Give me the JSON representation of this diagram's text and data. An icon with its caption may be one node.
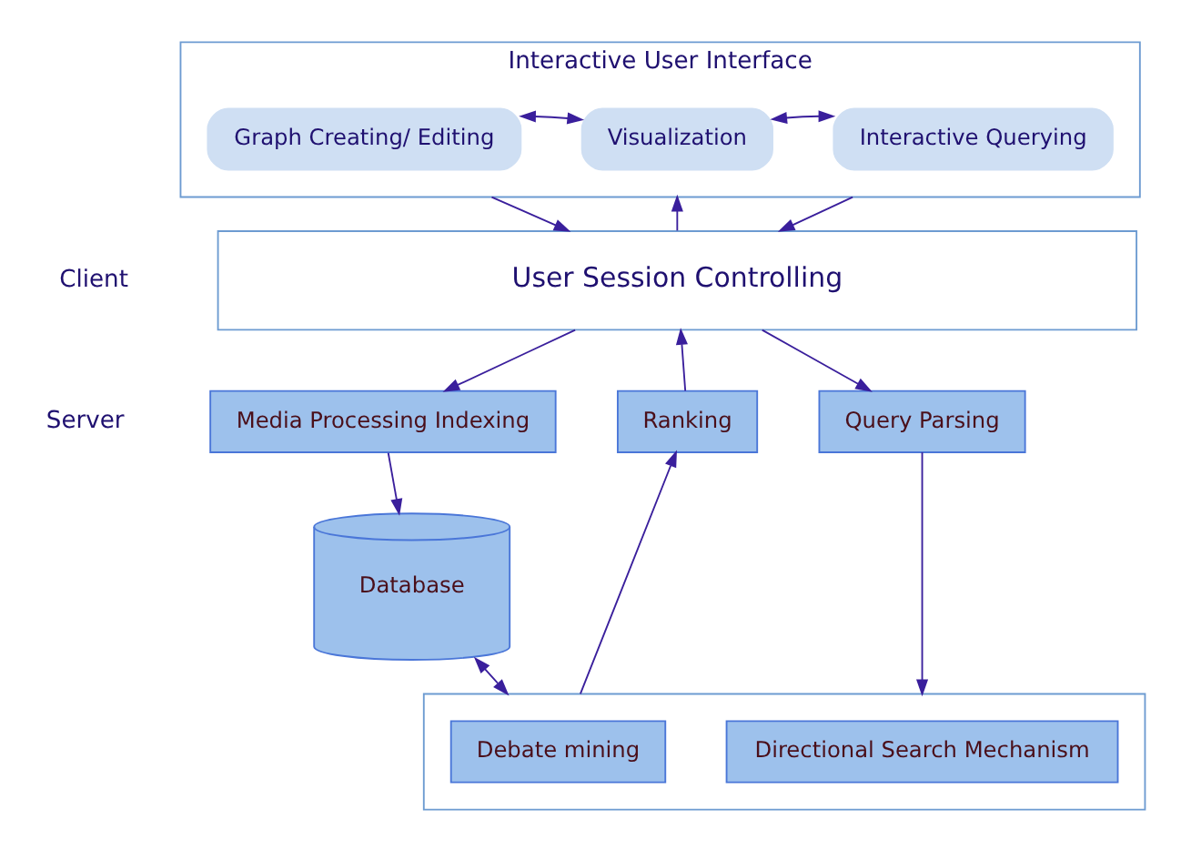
{
  "diagram": {
    "nodes": [
      {
        "text": [
          "Interactive User Interface"
        ]
      },
      {
        "text": [
          "Graph Creating/ Editing"
        ],
        "in": 0
      },
      {
        "text": [
          "Visualization"
        ],
        "in": 0
      },
      {
        "text": [
          "Interactive Querying"
        ],
        "in": 0
      },
      {
        "text": [
          "User Session Controlling"
        ]
      },
      {
        "text": [
          "Media Processing Indexing"
        ]
      },
      {
        "text": [
          "Ranking"
        ]
      },
      {
        "text": [
          "Query Parsing"
        ]
      },
      {
        "text": [
          "Database"
        ]
      },
      {
        "text": [],
        "shape": "box"
      },
      {
        "text": [
          "Debate mining"
        ],
        "in": 9
      },
      {
        "text": [
          "Directional Search Mechanism"
        ],
        "in": 9
      }
    ],
    "edges": [
      {
        "from": 1,
        "to": 2,
        "arrow": "both"
      },
      {
        "from": 2,
        "to": 3,
        "arrow": "both"
      },
      {
        "from": 0,
        "to": 4,
        "arrow": "to"
      },
      {
        "from": 4,
        "to": 0,
        "arrow": "to"
      },
      {
        "from": 0,
        "to": 4,
        "arrow": "to"
      },
      {
        "from": 4,
        "to": 5,
        "arrow": "to"
      },
      {
        "from": 6,
        "to": 4,
        "arrow": "to"
      },
      {
        "from": 4,
        "to": 7,
        "arrow": "to"
      },
      {
        "from": 5,
        "to": 8,
        "arrow": "to"
      },
      {
        "from": 9,
        "to": 6,
        "arrow": "to"
      },
      {
        "from": 7,
        "to": 9,
        "arrow": "to"
      },
      {
        "from": 8,
        "to": 9,
        "arrow": "both"
      }
    ],
    "labels": [
      "Client",
      "Server"
    ]
  }
}
